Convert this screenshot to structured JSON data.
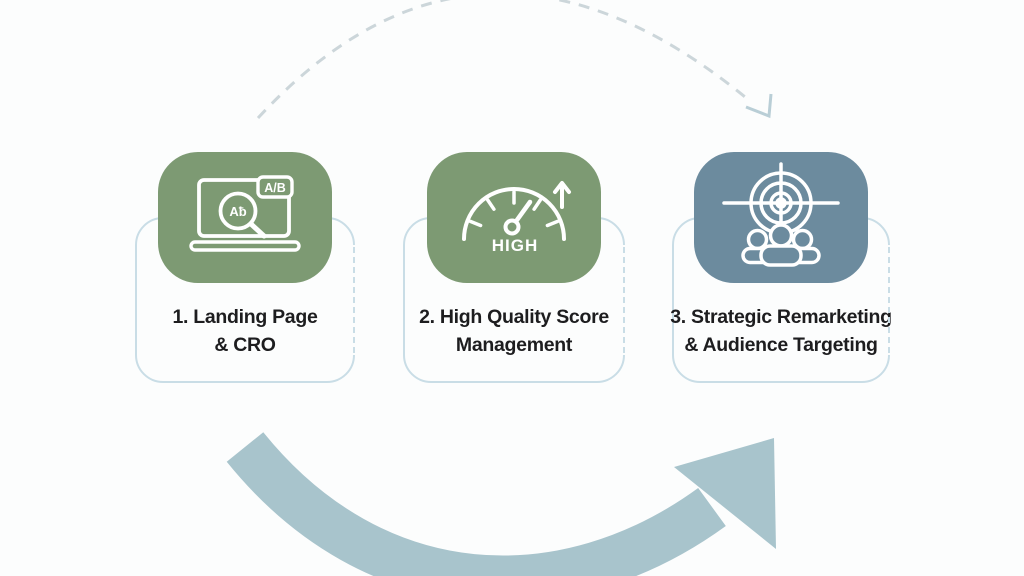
{
  "diagram": {
    "description": "Three-step PPC strategy flow diagram connected by a dashed top arc arrow and a solid bottom arc arrow"
  },
  "colors": {
    "background": "#fcfdfd",
    "tile_green": "#7d9a73",
    "tile_blue": "#6c8b9e",
    "card_border": "#c9dde6",
    "dashed_arrow": "#ccd6da",
    "solid_arrow": "#a8c4cc",
    "label_text": "#1d1d1f",
    "icon_stroke": "#ffffff"
  },
  "arrows": {
    "top": {
      "icon": "dashed-arc-arrow",
      "style": "dashed",
      "color": "#ccd6da"
    },
    "bottom": {
      "icon": "solid-arc-arrow",
      "style": "solid",
      "color": "#a8c4cc"
    }
  },
  "steps": [
    {
      "number": "1",
      "title_line1": "1. Landing Page",
      "title_line2": "& CRO",
      "icon": "ab-test-laptop-icon",
      "tile_color": "#7d9a73",
      "badge_label": "A/B",
      "magnifier_label": "Aƀ"
    },
    {
      "number": "2",
      "title_line1": "2. High Quality Score",
      "title_line2": "Management",
      "icon": "quality-gauge-icon",
      "tile_color": "#7d9a73",
      "gauge_label": "HIGH"
    },
    {
      "number": "3",
      "title_line1": "3. Strategic Remarketing",
      "title_line2": "& Audience Targeting",
      "icon": "audience-target-icon",
      "tile_color": "#6c8b9e"
    }
  ]
}
